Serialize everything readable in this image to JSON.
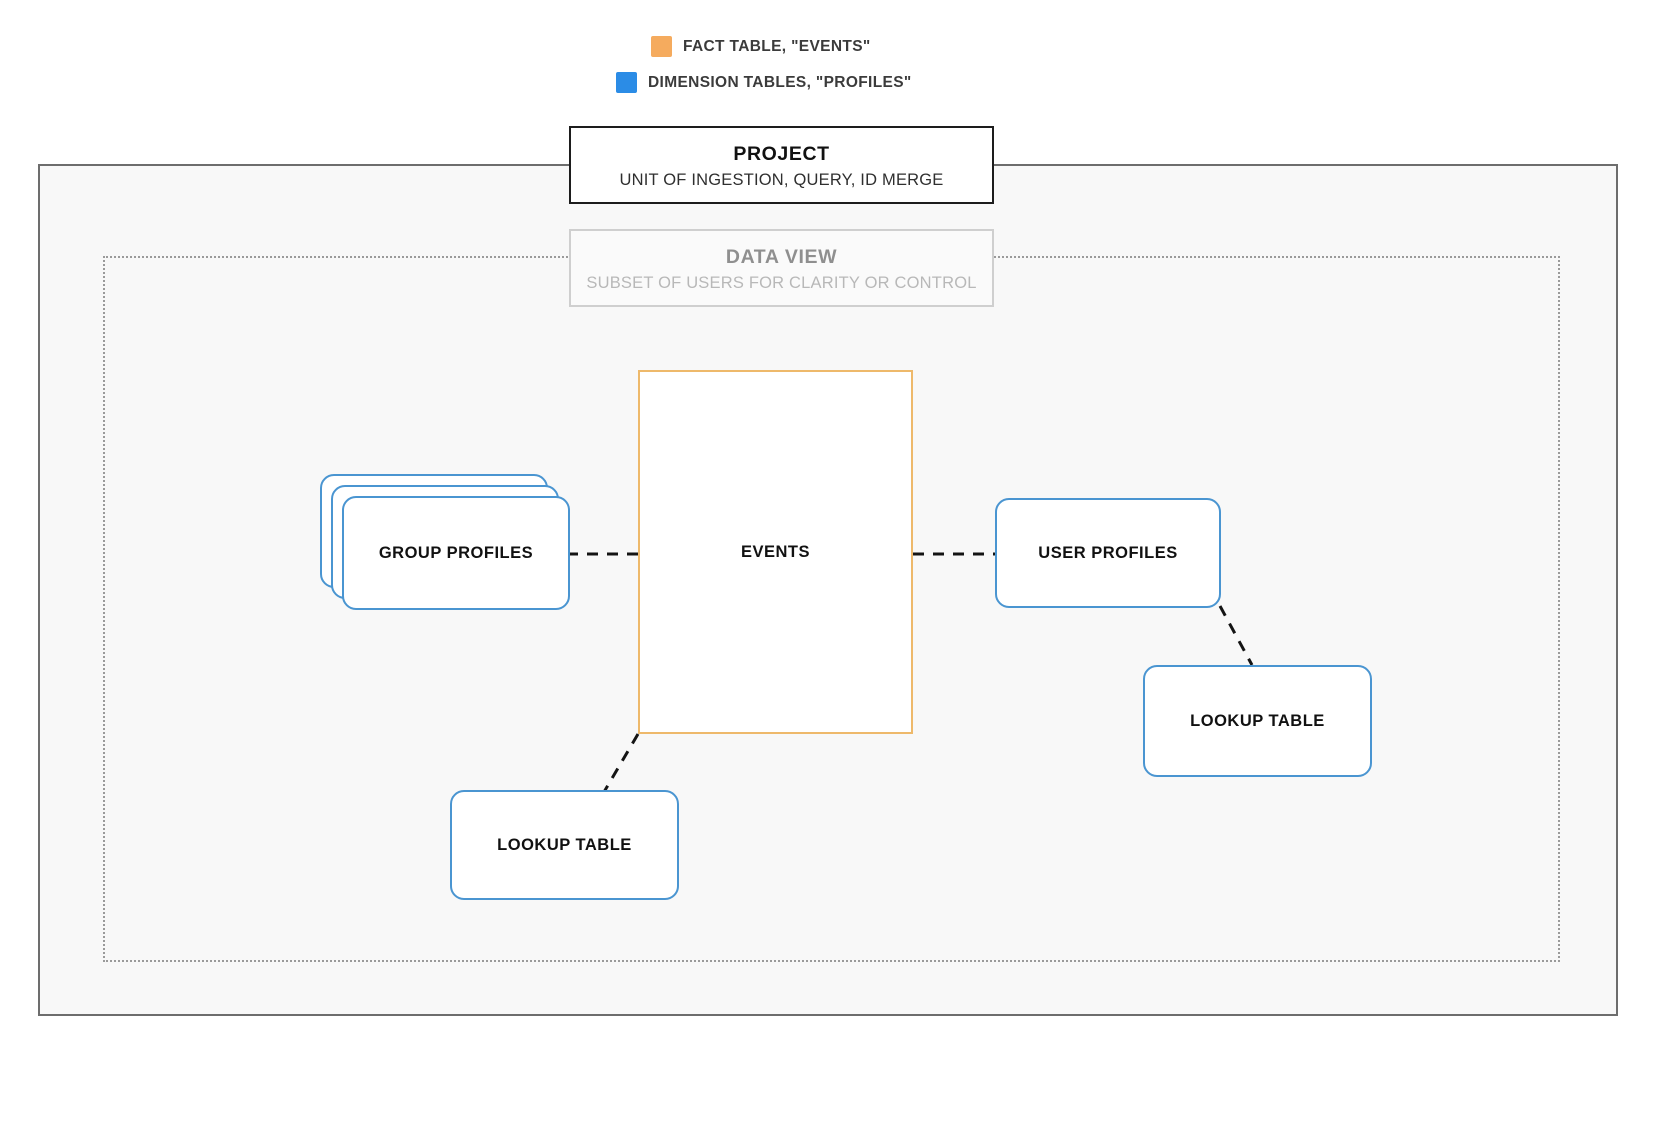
{
  "legend": {
    "items": [
      {
        "label": "FACT TABLE, \"EVENTS\"",
        "color": "#f5ab5e",
        "icon": "orange-square-swatch"
      },
      {
        "label": "DIMENSION TABLES, \"PROFILES\"",
        "color": "#2b8ce6",
        "icon": "blue-square-swatch"
      }
    ]
  },
  "project": {
    "title": "PROJECT",
    "subtitle": "UNIT OF INGESTION, QUERY, ID MERGE"
  },
  "data_view": {
    "title": "DATA VIEW",
    "subtitle": "SUBSET OF USERS FOR CLARITY OR CONTROL"
  },
  "nodes": {
    "events": {
      "label": "EVENTS",
      "type": "fact-table",
      "border_color": "#eeb96b"
    },
    "group_profiles": {
      "label": "GROUP PROFILES",
      "type": "dimension-table-stack",
      "border_color": "#4a95d1",
      "stack_count": 3
    },
    "user_profiles": {
      "label": "USER PROFILES",
      "type": "dimension-table",
      "border_color": "#4a95d1"
    },
    "lookup_table_left": {
      "label": "LOOKUP TABLE",
      "type": "lookup-table",
      "border_color": "#4a95d1"
    },
    "lookup_table_right": {
      "label": "LOOKUP TABLE",
      "type": "lookup-table",
      "border_color": "#4a95d1"
    }
  },
  "connectors": [
    {
      "from": "group-profiles",
      "to": "events",
      "style": "dashed"
    },
    {
      "from": "events",
      "to": "user-profiles",
      "style": "dashed"
    },
    {
      "from": "events",
      "to": "lookup-table-left",
      "style": "dashed"
    },
    {
      "from": "user-profiles",
      "to": "lookup-table-right",
      "style": "dashed"
    }
  ],
  "colors": {
    "fact": "#f5ab5e",
    "dimension": "#2b8ce6",
    "project_border": "#6d6d6d",
    "data_view_border": "#9a9a9a",
    "canvas": "#f8f8f8"
  }
}
